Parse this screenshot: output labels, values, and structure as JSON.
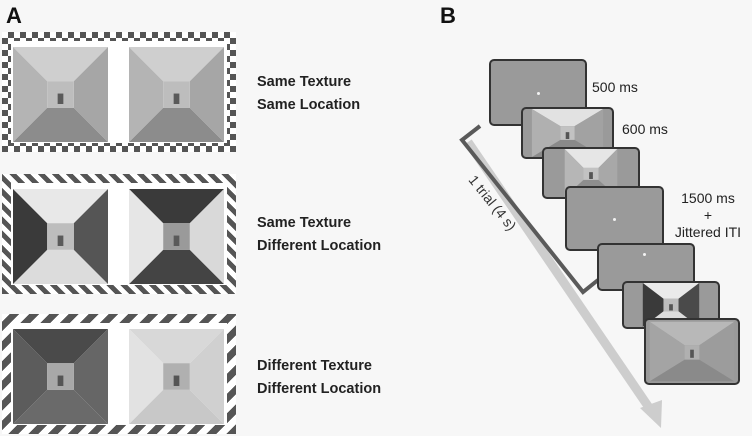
{
  "panels": {
    "a": "A",
    "b": "B"
  },
  "conditions": [
    {
      "line1": "Same Texture",
      "line2": "Same Location"
    },
    {
      "line1": "Same Texture",
      "line2": "Different Location"
    },
    {
      "line1": "Different Texture",
      "line2": "Different Location"
    }
  ],
  "timings": {
    "t1": "500 ms",
    "t2": "600 ms",
    "t3a": "1500 ms",
    "t3b": "+",
    "t3c": "Jittered ITI"
  },
  "trial_label": "1 trial (4 s)",
  "colors": {
    "screen_bg": "#9a9a9a",
    "arrow": "#cdcdcd",
    "bracket": "#5a5a5a",
    "frame_dark": "#555555"
  }
}
